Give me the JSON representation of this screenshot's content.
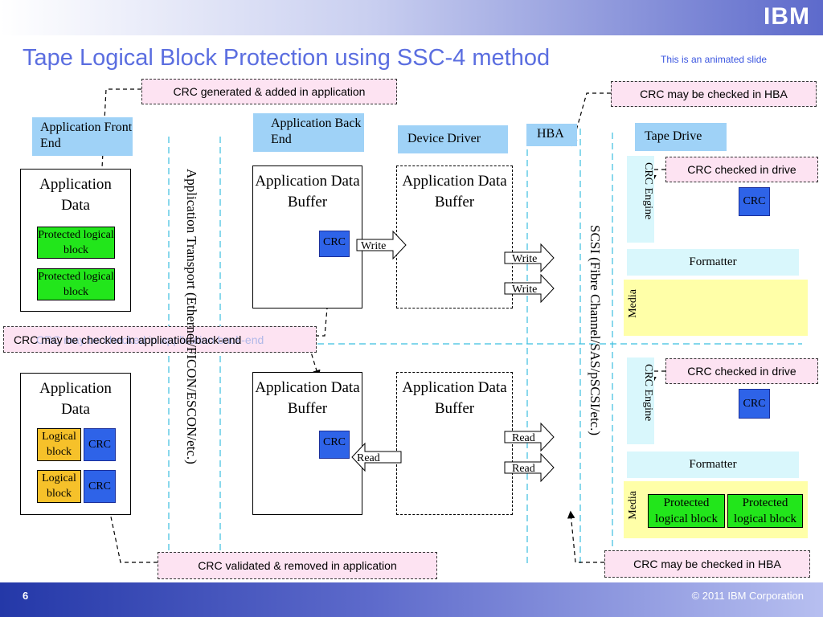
{
  "header": {
    "logo": "IBM",
    "title": "Tape Logical Block Protection using SSC-4 method",
    "note": "This is an animated slide"
  },
  "footer": {
    "page": "6",
    "copyright": "© 2011 IBM Corporation"
  },
  "callouts": {
    "crc_generated": "CRC generated & added in application",
    "crc_hba_top": "CRC may be checked in HBA",
    "crc_drive_top": "CRC checked in drive",
    "crc_backend": "CRC may be checked in application back-end",
    "crc_backend_ghost": "CRC may be checked in application back-end",
    "crc_drive_bottom": "CRC checked in drive",
    "crc_validated": "CRC validated & removed in application",
    "crc_hba_bottom": "CRC may be checked in HBA"
  },
  "columns": {
    "front_end": "Application Front End",
    "back_end": "Application Back End",
    "device_driver": "Device Driver",
    "hba": "HBA",
    "tape_drive": "Tape Drive"
  },
  "vertical_labels": {
    "transport": "Application Transport (Ethernet/FICON/ESCON/etc.)",
    "scsi": "SCSI (Fibre Channel/SAS/pSCSI/etc.)"
  },
  "write_path": {
    "app_data": "Application Data",
    "protected_block_1": "Protected logical block",
    "protected_block_2": "Protected logical block",
    "backend_buffer": "Application Data Buffer",
    "backend_crc": "CRC",
    "driver_buffer": "Application Data Buffer",
    "arrow_1": "Write",
    "arrow_2": "Write",
    "arrow_3": "Write",
    "crc_engine": "CRC Engine",
    "drive_crc": "CRC",
    "formatter": "Formatter",
    "media": "Media"
  },
  "read_path": {
    "app_data": "Application Data",
    "logical_block_1": "Logical block",
    "logical_block_2": "Logical block",
    "crc_1": "CRC",
    "crc_2": "CRC",
    "backend_buffer": "Application Data Buffer",
    "backend_crc": "CRC",
    "driver_buffer": "Application Data Buffer",
    "arrow_1": "Read",
    "arrow_2": "Read",
    "arrow_3": "Read",
    "crc_engine": "CRC Engine",
    "drive_crc": "CRC",
    "formatter": "Formatter",
    "media": "Media",
    "media_block_1": "Protected logical block",
    "media_block_2": "Protected logical block"
  },
  "colors": {
    "title": "#5b6ee0",
    "callout_fill": "#fde3f2",
    "label_fill": "#9fd2f7",
    "crc_fill": "#2e63e8",
    "protected_fill": "#22e61b",
    "logical_fill": "#f6c12a",
    "media_fill": "#ffffa8",
    "guide_line": "#3bbfe0"
  }
}
